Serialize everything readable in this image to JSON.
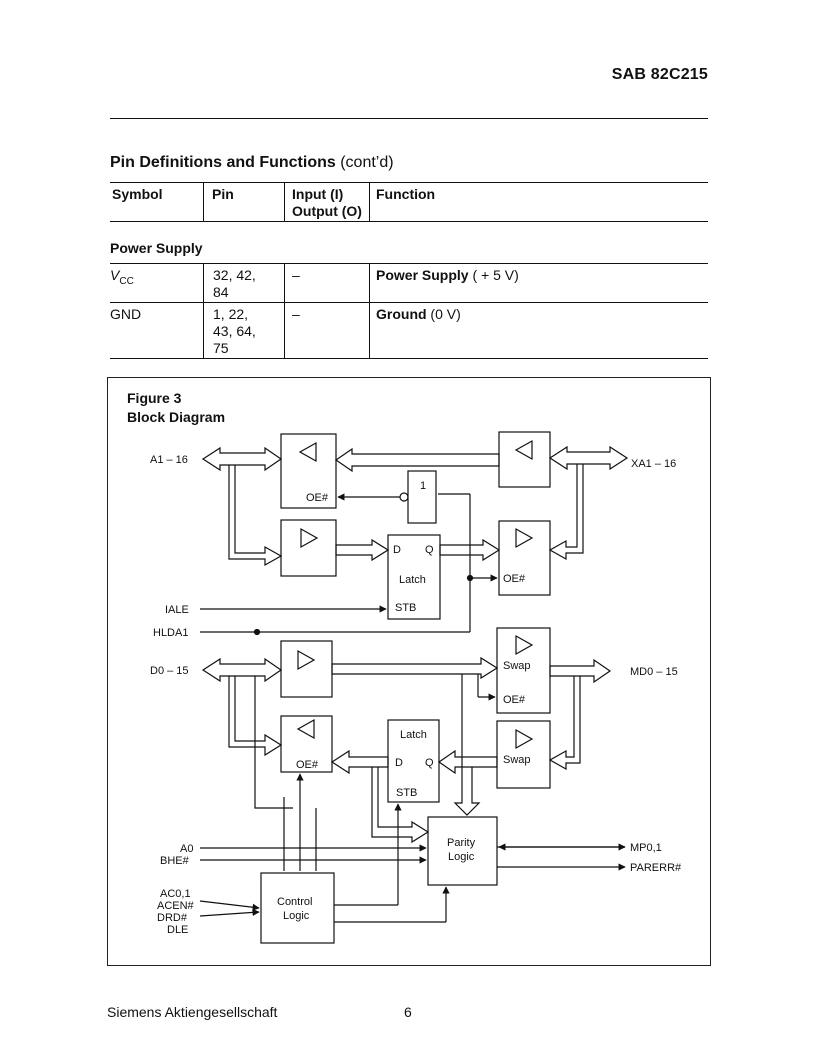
{
  "header": {
    "title": "SAB 82C215"
  },
  "section": {
    "title_bold": "Pin Definitions and Functions",
    "title_suffix": " (cont’d)"
  },
  "table": {
    "headers": {
      "symbol": "Symbol",
      "pin": "Pin",
      "io_line1": "Input (I)",
      "io_line2": "Output (O)",
      "function": "Function"
    },
    "group": "Power Supply",
    "rows": [
      {
        "symbol": "V",
        "symbol_sub": "CC",
        "pins": "32, 42,\n84",
        "io": "–",
        "function_bold": "Power Supply",
        "function_rest": " ( + 5 V)"
      },
      {
        "symbol": "GND",
        "pins": "1, 22,\n43, 64,\n75",
        "io": "–",
        "function_bold": "Ground",
        "function_rest": " (0 V)"
      }
    ]
  },
  "figure": {
    "caption_line1": "Figure 3",
    "caption_line2": "Block Diagram",
    "signals": {
      "a1_16": "A1 – 16",
      "xa1_16": "XA1 – 16",
      "iale": "IALE",
      "hlda1": "HLDA1",
      "d0_15": "D0 – 15",
      "md0_15": "MD0 – 15",
      "a0": "A0",
      "bhe": "BHE#",
      "ac01": "AC0,1",
      "acen": "ACEN#",
      "drd": "DRD#",
      "dle": "DLE",
      "mp01": "MP0,1",
      "parerr": "PARERR#"
    },
    "blocks": {
      "oe": "OE#",
      "one": "1",
      "latch": "Latch",
      "d": "D",
      "q": "Q",
      "stb": "STB",
      "swap": "Swap",
      "parity1": "Parity",
      "parity2": "Logic",
      "control1": "Control",
      "control2": "Logic"
    }
  },
  "footer": {
    "company": "Siemens Aktiengesellschaft",
    "page": "6"
  }
}
